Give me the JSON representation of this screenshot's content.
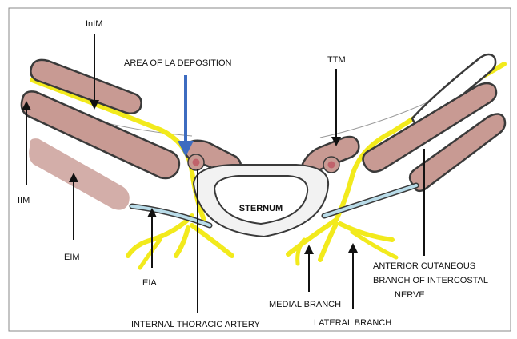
{
  "labels": {
    "inim": "InIM",
    "area_la": "AREA OF LA DEPOSITION",
    "ttm": "TTM",
    "iim": "IIM",
    "eim": "EIM",
    "sternum": "STERNUM",
    "eia": "EIA",
    "medial_branch": "MEDIAL BRANCH",
    "lateral_branch": "LATERAL BRANCH",
    "internal_thoracic_artery": "INTERNAL THORACIC ARTERY",
    "anterior_cutaneous_line1": "ANTERIOR CUTANEOUS",
    "anterior_cutaneous_line2": "BRANCH OF INTERCOSTAL",
    "anterior_cutaneous_line3": "NERVE"
  },
  "colors": {
    "muscle_fill": "#c89a93",
    "muscle_outline": "#3a3a3a",
    "nerve": "#f2ea1c",
    "vessel": "#b9dce9",
    "deposition_arrow": "#3d6cc0",
    "sternum_fill": "#f2f2f2",
    "artery": "#c0626b"
  }
}
